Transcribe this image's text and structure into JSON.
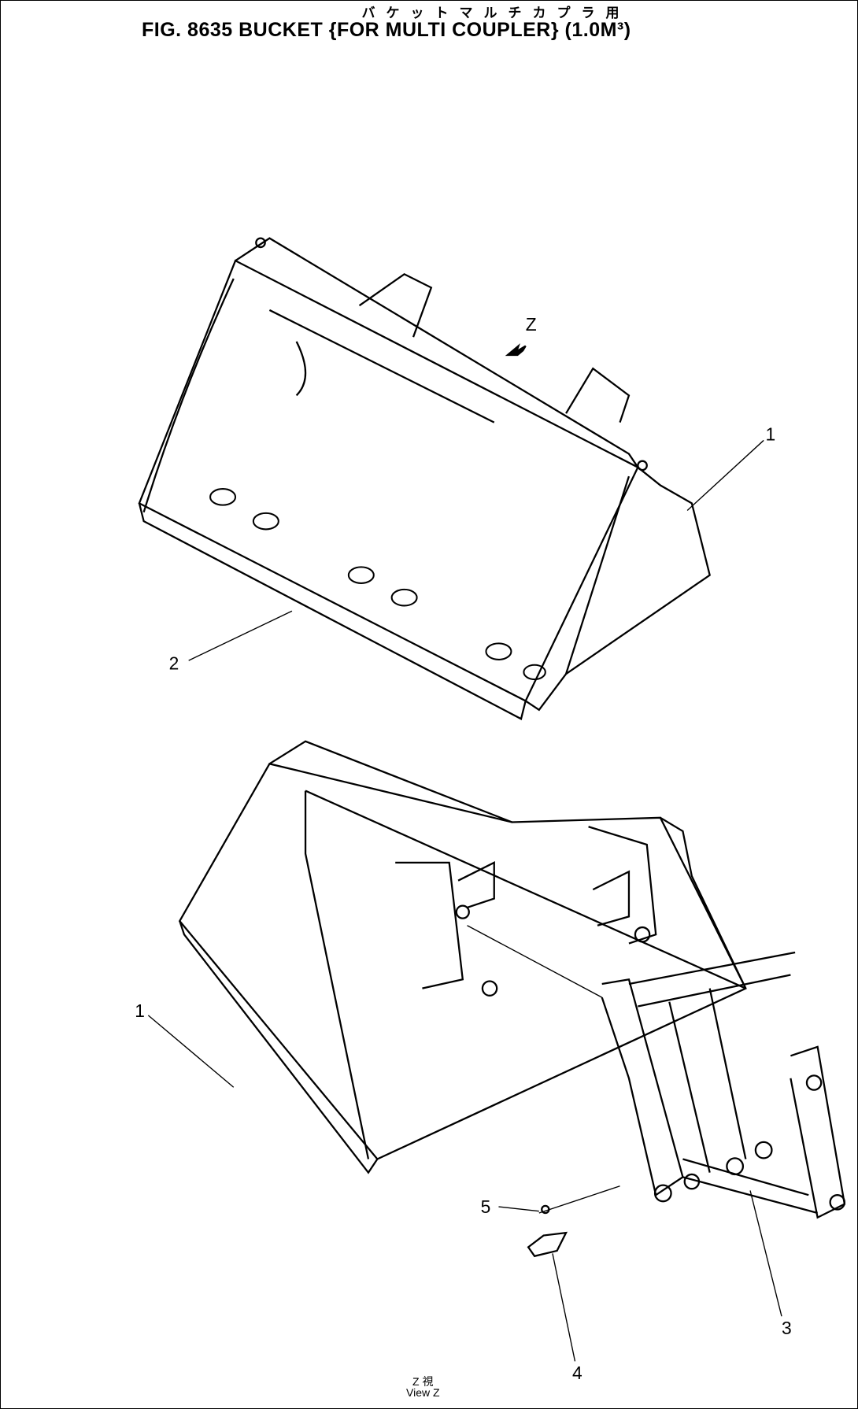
{
  "header": {
    "japanese_title": "バケットマルチカプラ用",
    "title": "FIG. 8635  BUCKET {FOR MULTI COUPLER} (1.0M³)"
  },
  "diagram": {
    "view_marker": "Z",
    "callouts": [
      "1",
      "2",
      "1",
      "3",
      "4",
      "5"
    ],
    "view_caption_jp": "Z 視",
    "view_caption": "View Z"
  }
}
